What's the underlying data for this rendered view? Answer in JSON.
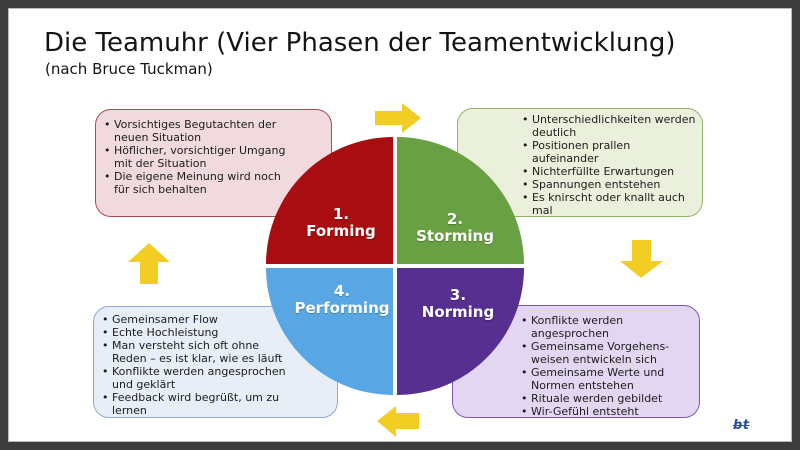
{
  "slide": {
    "title": "Die Teamuhr (Vier Phasen der Teamentwicklung)",
    "subtitle": "(nach Bruce Tuckman)",
    "logo_text": "bt"
  },
  "wheel": {
    "quadrants": [
      {
        "id": "forming",
        "number": "1.",
        "label": "Forming",
        "color": "#a80e11"
      },
      {
        "id": "storming",
        "number": "2.",
        "label": "Storming",
        "color": "#68a043"
      },
      {
        "id": "norming",
        "number": "3.",
        "label": "Norming",
        "color": "#562f90"
      },
      {
        "id": "performing",
        "number": "4.",
        "label": "Performing",
        "color": "#58a7e4"
      }
    ]
  },
  "arrows": {
    "color": "#f2ce24",
    "directions": [
      "right",
      "down",
      "left",
      "up"
    ]
  },
  "boxes": {
    "forming": {
      "fill": "#f1dade",
      "border": "#a64a52",
      "items": [
        "Vorsichtiges Begutachten der\nneuen Situation",
        "Höflicher, vorsichtiger Umgang\nmit der Situation",
        "Die eigene Meinung wird noch\nfür sich behalten"
      ]
    },
    "storming": {
      "fill": "#eaf0dc",
      "border": "#94b269",
      "items": [
        "Unterschiedlichkeiten werden\ndeutlich",
        "Positionen prallen\naufeinander",
        "Nichterfüllte Erwartungen",
        "Spannungen entstehen",
        "Es knirscht oder knallt auch\nmal"
      ]
    },
    "norming": {
      "fill": "#e3d6f2",
      "border": "#7e57b5",
      "items": [
        "Konflikte werden\nangesprochen",
        "Gemeinsame Vorgehens-\nweisen entwickeln sich",
        "Gemeinsame Werte und\nNormen entstehen",
        "Rituale werden gebildet",
        "Wir-Gefühl entsteht"
      ]
    },
    "performing": {
      "fill": "#e8eef8",
      "border": "#90a9d2",
      "items": [
        "Gemeinsamer Flow",
        "Echte Hochleistung",
        "Man versteht sich oft ohne\nReden – es ist klar, wie es läuft",
        "Konflikte werden angesprochen\nund geklärt",
        "Feedback wird begrüßt, um zu\nlernen"
      ]
    }
  }
}
